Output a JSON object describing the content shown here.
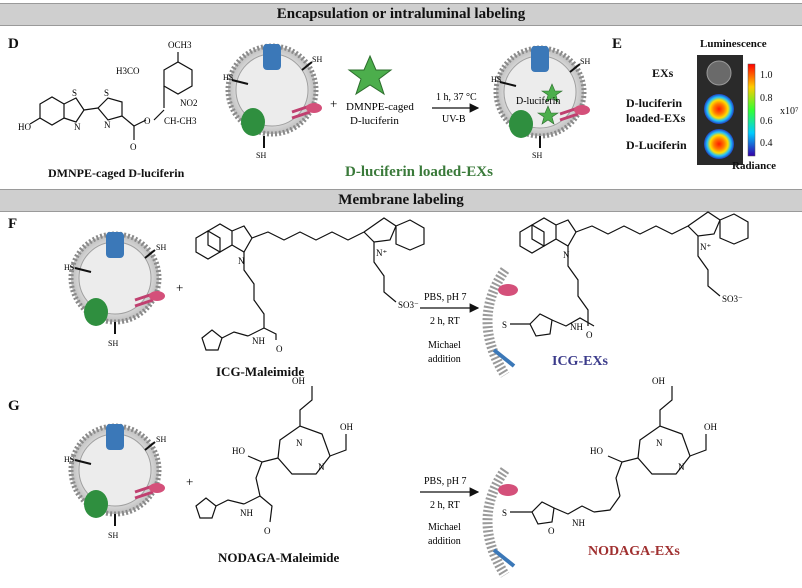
{
  "banners": {
    "top": "Encapsulation or intraluminal labeling",
    "middle": "Membrane labeling"
  },
  "panels": {
    "d": "D",
    "e": "E",
    "f": "F",
    "g": "G"
  },
  "panel_d": {
    "mol_name": "DMNPE-caged D-luciferin",
    "plus": "+",
    "reagent_line1": "DMNPE-caged",
    "reagent_line2": "D-luciferin",
    "cond_line1": "1 h, 37 °C",
    "cond_line2": "UV-B",
    "inner_label": "D-luciferin",
    "product": "D-luciferin loaded-EXs",
    "product_color": "#3a7a3a",
    "atoms": {
      "ho": "HO",
      "s1": "S",
      "n1": "N",
      "n2": "N",
      "s2": "S",
      "och3_top": "OCH3",
      "h3co": "H3CO",
      "no2": "NO2",
      "ch_ch3": "CH-CH3",
      "o1": "O",
      "o2": "O"
    },
    "sh": "SH",
    "hs": "HS"
  },
  "panel_e": {
    "title": "Luminescence",
    "rows": [
      "EXs",
      "D-luciferin loaded-EXs",
      "D-Luciferin"
    ],
    "row2_line1": "D-luciferin",
    "row2_line2": "loaded-EXs",
    "ticks": [
      "1.0",
      "0.8",
      "0.6",
      "0.4"
    ],
    "multiplier": "x10⁷",
    "bottom": "Radiance"
  },
  "panel_f": {
    "plus": "+",
    "reagent": "ICG-Maleimide",
    "cond1": "PBS, pH 7",
    "cond2": "2 h, RT",
    "cond3": "Michael",
    "cond4": "addition",
    "product": "ICG-EXs",
    "product_color": "#3a3a8a",
    "n_plus": "N⁺",
    "n": "N",
    "so3": "SO3⁻",
    "o": "O",
    "nh": "NH",
    "s": "S"
  },
  "panel_g": {
    "plus": "+",
    "reagent": "NODAGA-Maleimide",
    "cond1": "PBS, pH 7",
    "cond2": "2 h, RT",
    "cond3": "Michael",
    "cond4": "addition",
    "product": "NODAGA-EXs",
    "product_color": "#a03030",
    "oh": "OH",
    "ho": "HO",
    "n": "N",
    "o": "O",
    "nh": "NH",
    "s": "S"
  }
}
